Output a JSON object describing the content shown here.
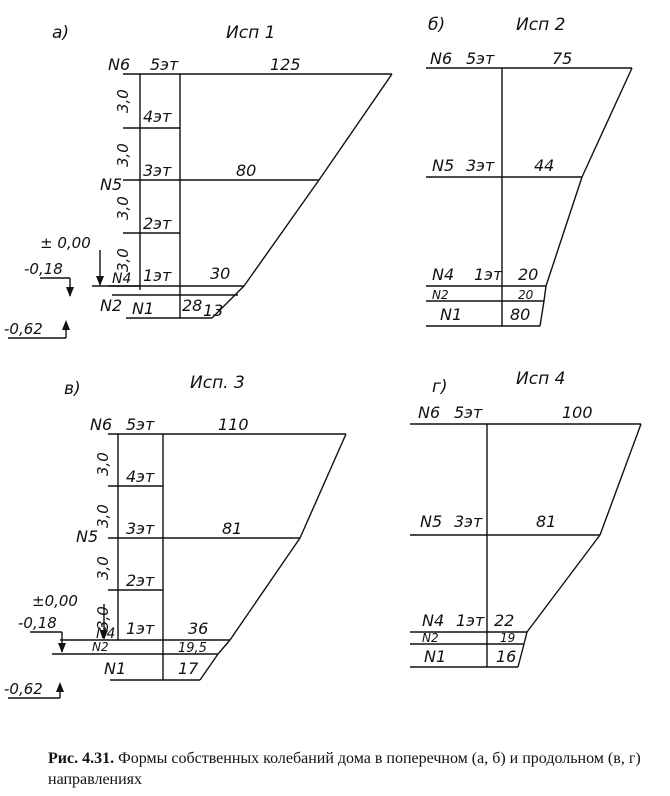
{
  "panels": {
    "a": {
      "letter": "а)",
      "title": "Исп 1",
      "top_label": "N6",
      "top_floor": "5эт",
      "top_value": "125",
      "mid_label": "N5",
      "mid_value": "80",
      "low_label": "N4",
      "low_value": "30",
      "n2_label": "N2",
      "n1_label": "N1",
      "base_value_left": "28",
      "base_value_right": "13",
      "floor_4": "4эт",
      "floor_3": "3эт",
      "floor_2": "2эт",
      "floor_1": "1эт",
      "height_1": "3,0",
      "height_2": "3,0",
      "height_3": "3,0",
      "height_4": "3,0",
      "level_zero": "± 0,00",
      "level_1": "-0,18",
      "level_2": "-0,62"
    },
    "b": {
      "letter": "б)",
      "title": "Исп 2",
      "top_label": "N6",
      "top_floor": "5эт",
      "top_value": "75",
      "mid_label": "N5",
      "mid_floor": "3эт",
      "mid_value": "44",
      "low_label": "N4",
      "low_floor": "1эт",
      "low_value": "20",
      "n2_label": "N2",
      "n2_value": "20",
      "n1_label": "N1",
      "n1_value": "80"
    },
    "v": {
      "letter": "в)",
      "title": "Исп. 3",
      "top_label": "N6",
      "top_floor": "5эт",
      "top_value": "110",
      "mid_label": "N5",
      "mid_value": "81",
      "low_label": "N4",
      "low_value": "36",
      "n2_label": "N2",
      "n2_value": "19,5",
      "n1_label": "N1",
      "n1_value": "17",
      "floor_4": "4эт",
      "floor_3": "3эт",
      "floor_2": "2эт",
      "floor_1": "1эт",
      "height_1": "3,0",
      "height_2": "3,0",
      "height_3": "3,0",
      "height_4": "3,0",
      "level_zero": "±0,00",
      "level_1": "-0,18",
      "level_2": "-0,62"
    },
    "g": {
      "letter": "г)",
      "title": "Исп 4",
      "top_label": "N6",
      "top_floor": "5эт",
      "top_value": "100",
      "mid_label": "N5",
      "mid_floor": "3эт",
      "mid_value": "81",
      "low_label": "N4",
      "low_floor": "1эт",
      "low_value": "22",
      "n2_label": "N2",
      "n2_value": "19",
      "n1_label": "N1",
      "n1_value": "16"
    }
  },
  "caption": {
    "bold": "Рис. 4.31.",
    "text": " Формы собственных колебаний дома в поперечном (а, б) и продольном (в, г) направлениях"
  }
}
